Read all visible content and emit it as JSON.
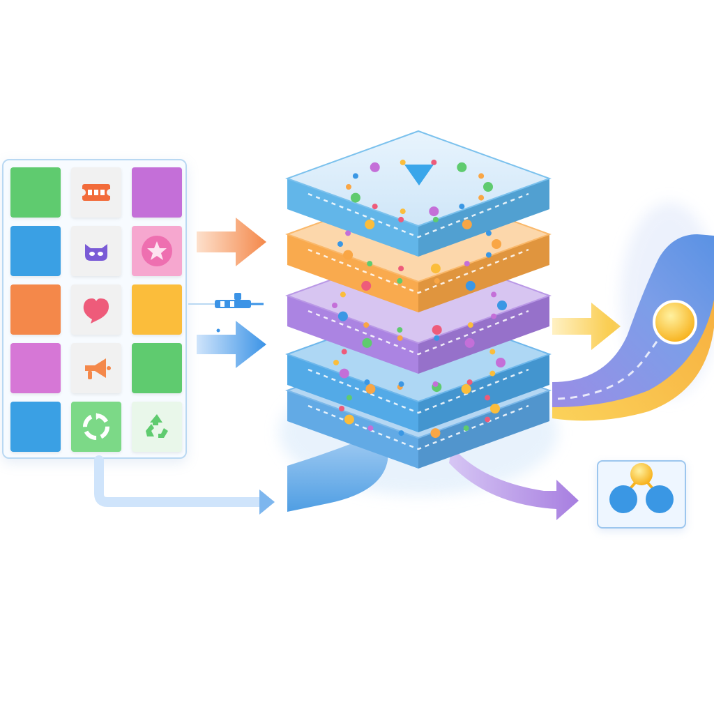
{
  "tiles": [
    {
      "kind": "solid",
      "color": "#5fcb6f"
    },
    {
      "kind": "icon",
      "icon": "ticket-icon",
      "color": "#f26b3a"
    },
    {
      "kind": "solid",
      "color": "#c46fd8"
    },
    {
      "kind": "solid",
      "color": "#3aa0e4"
    },
    {
      "kind": "icon",
      "icon": "mask-icon",
      "color": "#7a5bd6"
    },
    {
      "kind": "icon",
      "icon": "flower-icon",
      "color": "#ee6fb0"
    },
    {
      "kind": "solid",
      "color": "#f4884a"
    },
    {
      "kind": "icon",
      "icon": "heart-chat-icon",
      "color": "#ee5b7a"
    },
    {
      "kind": "solid",
      "color": "#fbbd3b"
    },
    {
      "kind": "solid",
      "color": "#d677d6"
    },
    {
      "kind": "icon",
      "icon": "megaphone-icon",
      "color": "#f4884a"
    },
    {
      "kind": "solid",
      "color": "#5fcb6f"
    },
    {
      "kind": "solid",
      "color": "#3aa0e4"
    },
    {
      "kind": "icon",
      "icon": "recycle-circle-icon",
      "color": "#6fd27a"
    },
    {
      "kind": "icon",
      "icon": "recycle-icon",
      "color": "#5fcb6f"
    }
  ],
  "layers": [
    {
      "name": "top-layer",
      "color": "#5ab2e8"
    },
    {
      "name": "orange-layer",
      "color": "#f9a645"
    },
    {
      "name": "purple-layer",
      "color": "#a77ee0"
    },
    {
      "name": "blue-layer",
      "color": "#4aa5e6"
    },
    {
      "name": "bottom-layer",
      "color": "#5aa6e4"
    }
  ],
  "colors": {
    "orange_arrow": "#f4884a",
    "blue_arrow": "#3b93e6",
    "yellow_arrow": "#f9c63a",
    "purple_arrow": "#a77ee0",
    "flow_purple": "#8e8ee8",
    "flow_yellow": "#f9c63a",
    "node_orange": "#fbb72a",
    "node_blue": "#3a97e4",
    "panel_border": "#b9d8f2"
  }
}
